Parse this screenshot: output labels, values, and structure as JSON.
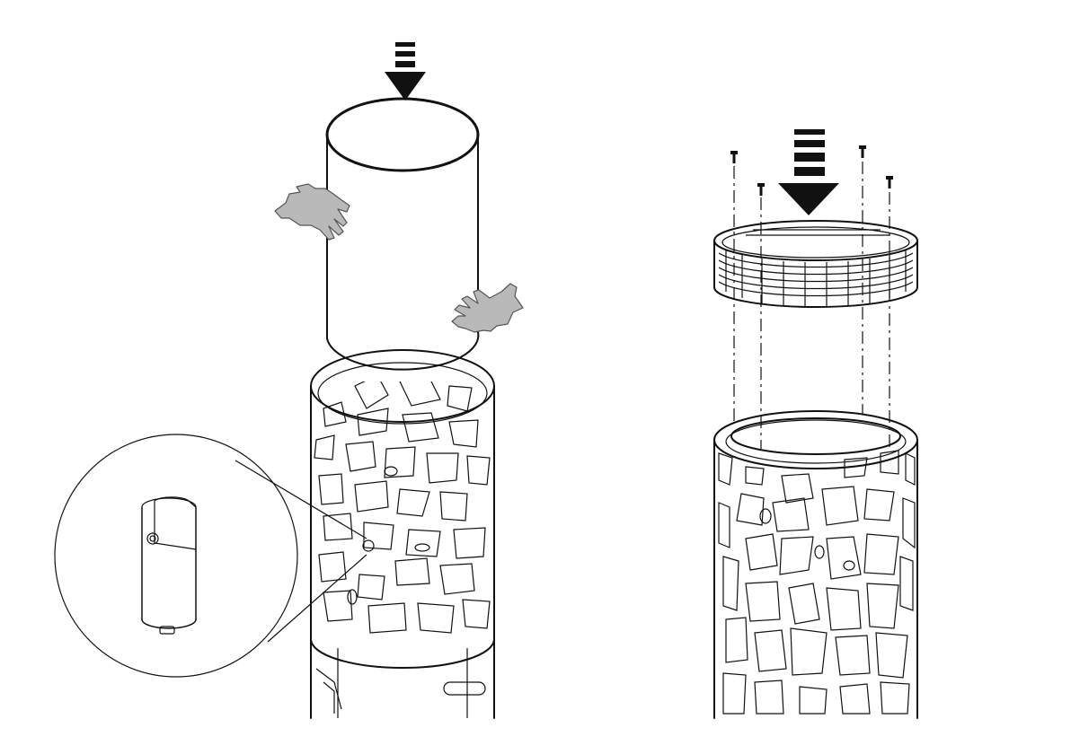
{
  "figure": {
    "panels": [
      {
        "name": "left",
        "parts": [
          "inner-pipe",
          "perforated-cylinder",
          "detail-callout",
          "gloves"
        ]
      },
      {
        "name": "right",
        "parts": [
          "slotted-ring",
          "screws",
          "perforated-cylinder"
        ]
      }
    ],
    "colors": {
      "line": "#111111",
      "glove": "#b9b9b9",
      "background": "#ffffff"
    }
  }
}
